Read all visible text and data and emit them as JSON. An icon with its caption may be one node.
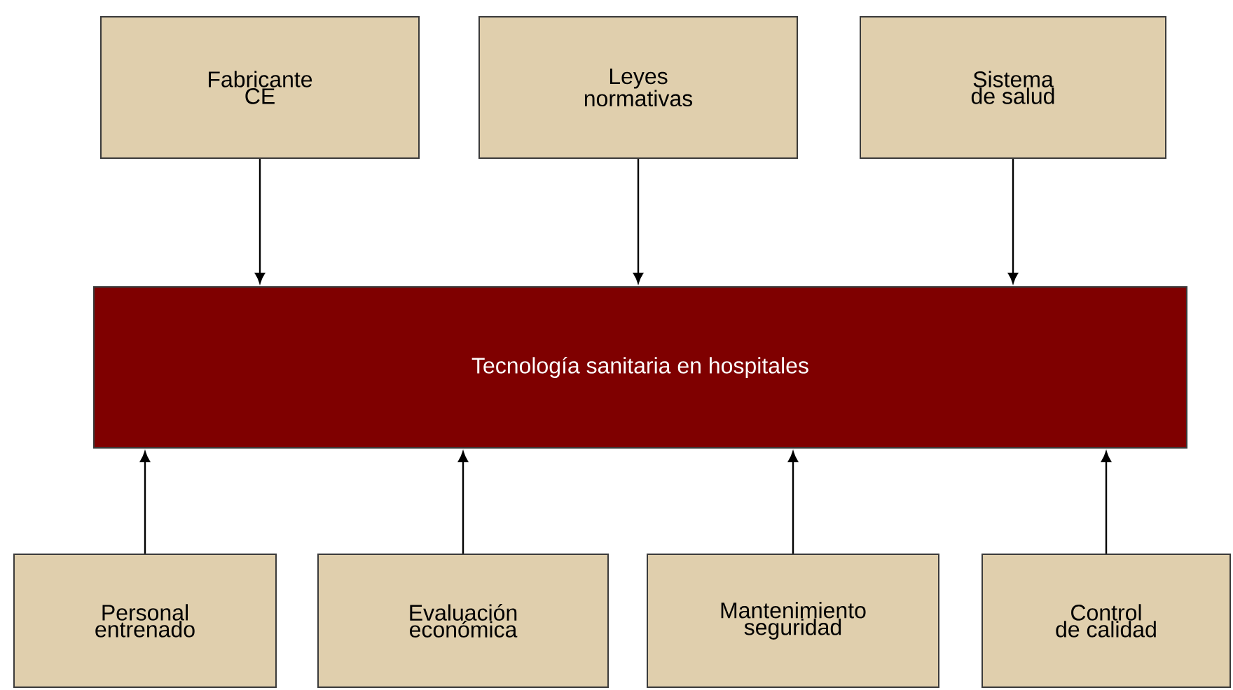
{
  "diagram": {
    "nodes": [
      {
        "text": [
          "Fabricante CE"
        ]
      },
      {
        "text": [
          "Leyes normativas"
        ]
      },
      {
        "text": [
          "Sistema de salud"
        ]
      },
      {
        "text": [
          "Tecnología sanitaria en hospitales"
        ]
      },
      {
        "text": [
          "Personal entrenado"
        ]
      },
      {
        "text": [
          "Evaluación económica"
        ]
      },
      {
        "text": [
          "Mantenimiento seguridad"
        ]
      },
      {
        "text": [
          "Control de calidad"
        ]
      }
    ],
    "edges": [
      {
        "from": 0,
        "to": 3,
        "arrow": "to"
      },
      {
        "from": 1,
        "to": 3,
        "arrow": "to"
      },
      {
        "from": 2,
        "to": 3,
        "arrow": "to"
      },
      {
        "from": 4,
        "to": 3,
        "arrow": "to"
      },
      {
        "from": 5,
        "to": 3,
        "arrow": "to"
      },
      {
        "from": 6,
        "to": 3,
        "arrow": "to"
      },
      {
        "from": 7,
        "to": 3,
        "arrow": "to"
      }
    ]
  }
}
